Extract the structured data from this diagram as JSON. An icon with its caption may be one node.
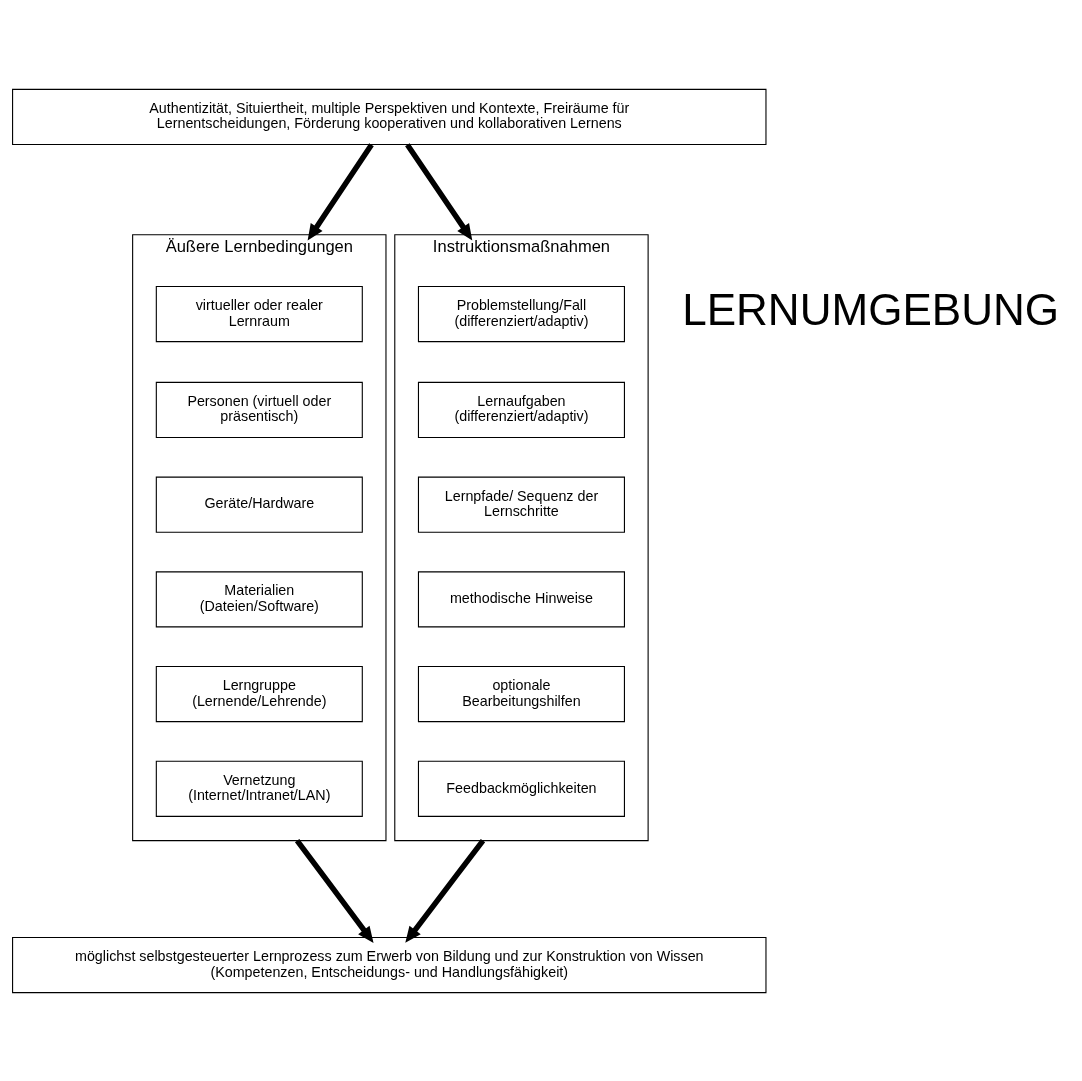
{
  "diagram": {
    "nodes": [
      {
        "text": [
          "Authentizität, Situiertheit, multiple Perspektiven und Kontexte, Freiräume für Lernentscheidungen, Förderung kooperativen und kollaborativen Lernens"
        ]
      },
      {
        "text": [
          "Äußere Lernbedingungen"
        ]
      },
      {
        "text": [
          "virtueller oder realer Lernraum"
        ],
        "in": 1
      },
      {
        "text": [
          "Personen (virtuell oder präsentisch)"
        ],
        "in": 1
      },
      {
        "text": [
          "Geräte/Hardware"
        ],
        "in": 1
      },
      {
        "text": [
          "Materialien (Dateien/Software)"
        ],
        "in": 1
      },
      {
        "text": [
          "Lerngruppe (Lernende/Lehrende)"
        ],
        "in": 1
      },
      {
        "text": [
          "Vernetzung (Internet/Intranet/LAN)"
        ],
        "in": 1
      },
      {
        "text": [
          "Instruktionsmaßnahmen"
        ]
      },
      {
        "text": [
          "Problemstellung/Fall (differenziert/adaptiv)"
        ],
        "in": 8
      },
      {
        "text": [
          "Lernaufgaben (differenziert/adaptiv)"
        ],
        "in": 8
      },
      {
        "text": [
          "Lernpfade/ Sequenz der Lernschritte"
        ],
        "in": 8
      },
      {
        "text": [
          "methodische Hinweise"
        ],
        "in": 8
      },
      {
        "text": [
          "optionale Bearbeitungshilfen"
        ],
        "in": 8
      },
      {
        "text": [
          "Feedbackmöglichkeiten"
        ],
        "in": 8
      },
      {
        "text": [
          "möglichst selbstgesteuerter Lernprozess zum Erwerb von Bildung und zur Konstruktion von Wissen (Kompetenzen, Entscheidungs- und Handlungsfähigkeit)"
        ]
      }
    ],
    "edges": [
      {
        "from": 0,
        "to": 1,
        "arrow": "to"
      },
      {
        "from": 0,
        "to": 8,
        "arrow": "to"
      },
      {
        "from": 1,
        "to": 15,
        "arrow": "to"
      },
      {
        "from": 8,
        "to": 15,
        "arrow": "to"
      }
    ],
    "labels": [
      "LERNUMGEBUNG"
    ]
  }
}
